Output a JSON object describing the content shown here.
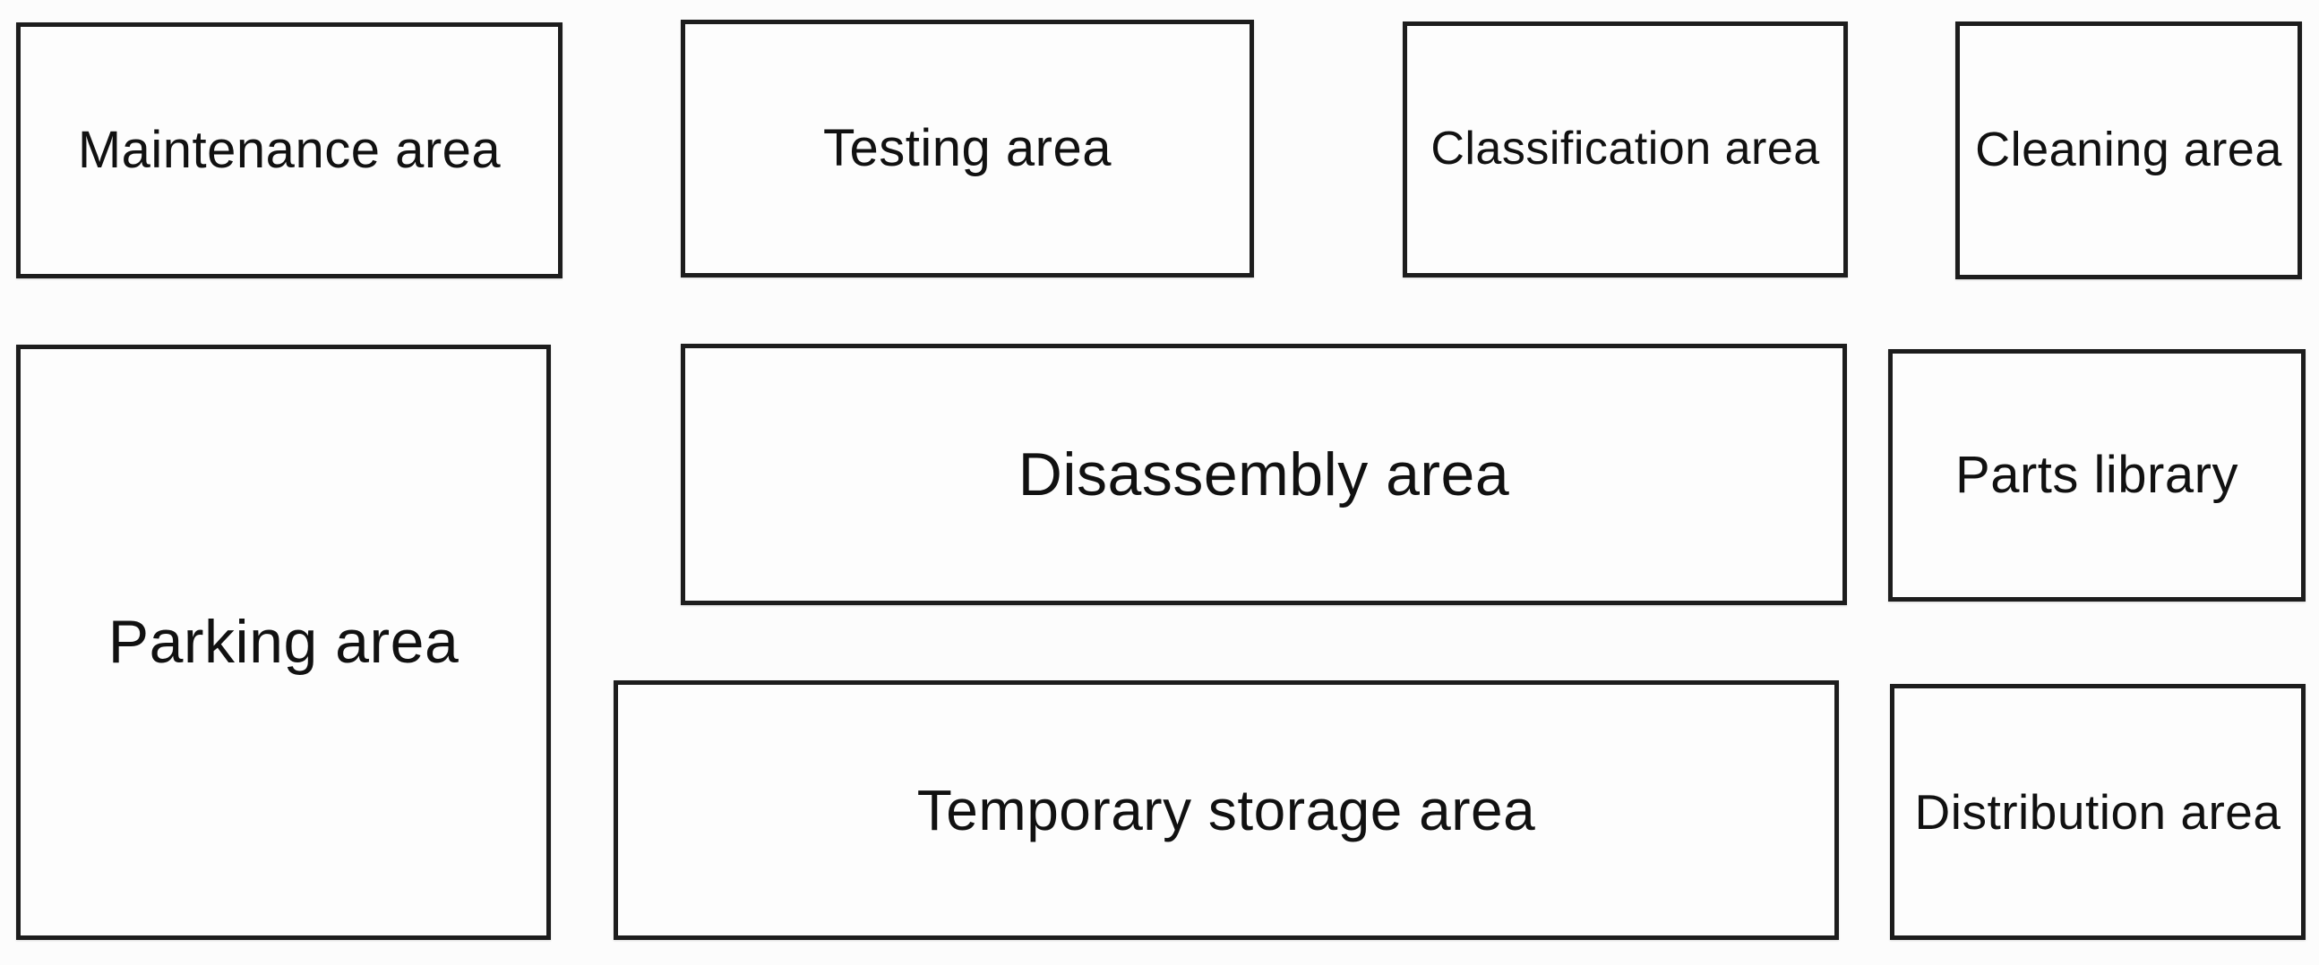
{
  "diagram": {
    "type": "facility-layout-block-diagram",
    "areas": [
      {
        "id": "maintenance",
        "label": "Maintenance area"
      },
      {
        "id": "testing",
        "label": "Testing area"
      },
      {
        "id": "classification",
        "label": "Classification area"
      },
      {
        "id": "cleaning",
        "label": "Cleaning area"
      },
      {
        "id": "parking",
        "label": "Parking area"
      },
      {
        "id": "disassembly",
        "label": "Disassembly area"
      },
      {
        "id": "parts-library",
        "label": "Parts library"
      },
      {
        "id": "temporary-storage",
        "label": "Temporary storage area"
      },
      {
        "id": "distribution",
        "label": "Distribution area"
      }
    ],
    "colors": {
      "border": "#1d1d1d",
      "background": "#fcfcfc",
      "box_fill": "#fdfdfd",
      "text": "#111111"
    }
  }
}
